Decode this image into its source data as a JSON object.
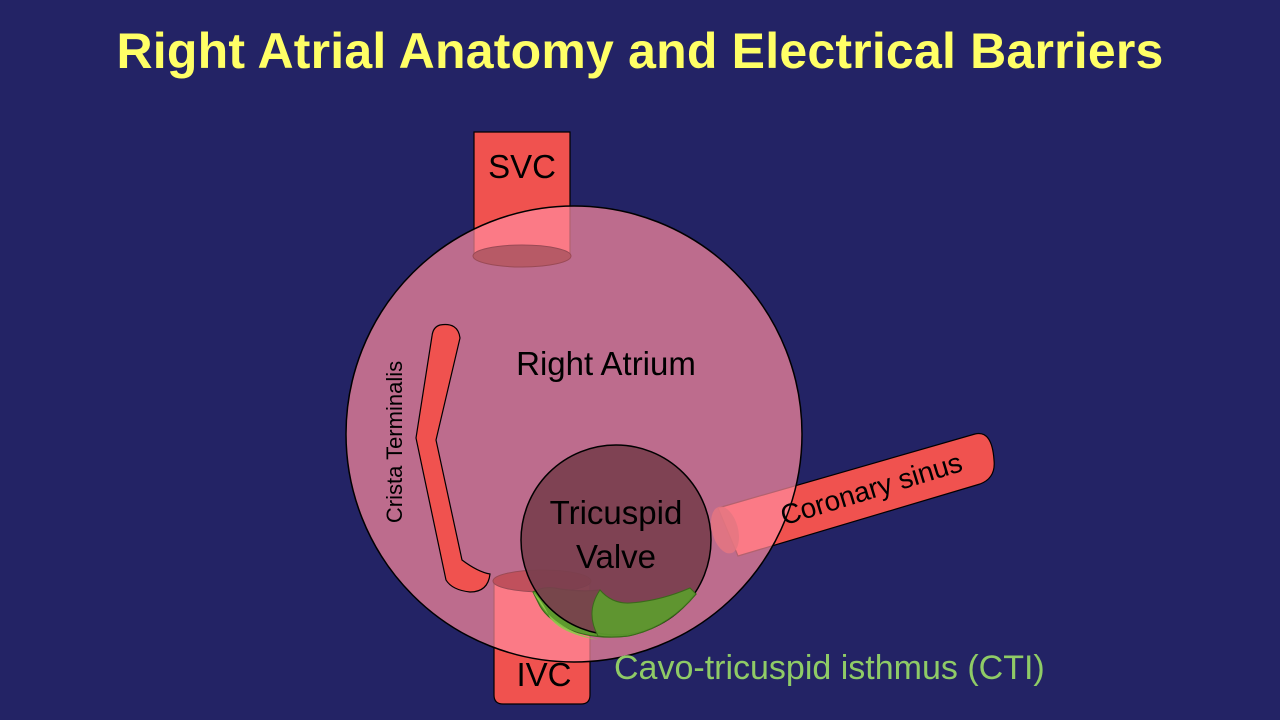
{
  "slide": {
    "title": "Right Atrial Anatomy and Electrical Barriers"
  },
  "diagram": {
    "labels": {
      "svc": "SVC",
      "ivc": "IVC",
      "right_atrium": "Right Atrium",
      "crista_terminalis": "Crista Terminalis",
      "tricuspid_line1": "Tricuspid",
      "tricuspid_line2": "Valve",
      "coronary_sinus": "Coronary sinus",
      "cti": "Cavo-tricuspid isthmus (CTI)"
    },
    "colors": {
      "background": "#232365",
      "title": "#FFFF66",
      "vessel": "#F0524F",
      "atrium_fill": "#FF8C9E",
      "valve_fill": "#7A3F4E",
      "isthmus": "#5E9A2E",
      "isthmus_light": "#8FCB4A",
      "cti_text": "#8FCB66",
      "label_text": "#000000"
    }
  }
}
